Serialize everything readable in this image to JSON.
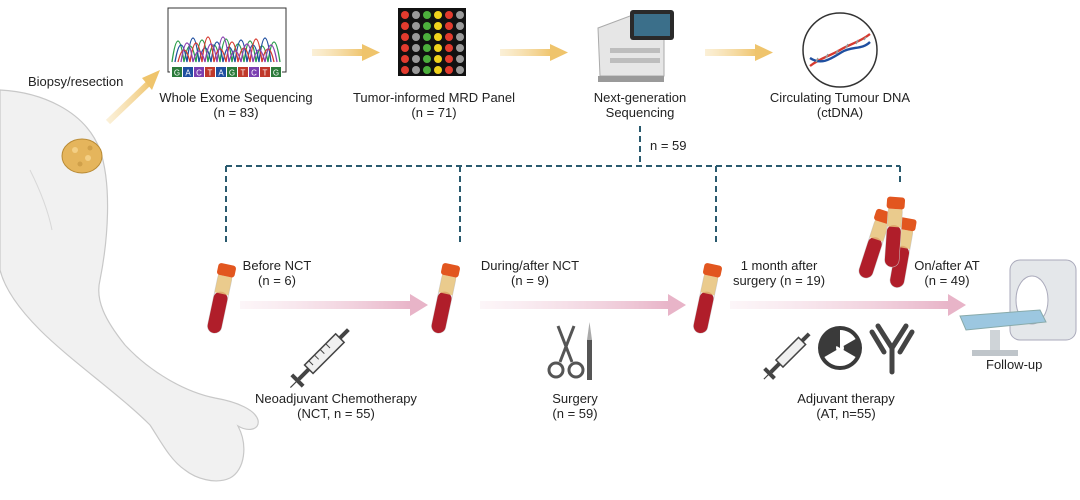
{
  "pipeline": {
    "biopsy_label": "Biopsy/resection",
    "steps": [
      {
        "title": "Whole Exome Sequencing",
        "detail": "(n = 83)"
      },
      {
        "title": "Tumor-informed MRD Panel",
        "detail": "(n = 71)"
      },
      {
        "title": "Next-generation",
        "detail": "Sequencing"
      },
      {
        "title": "Circulating Tumour DNA",
        "detail": "(ctDNA)"
      }
    ],
    "sequenced_n": "n = 59"
  },
  "timepoints": [
    {
      "title": "Before NCT",
      "detail": "(n = 6)"
    },
    {
      "title": "During/after NCT",
      "detail": "(n = 9)"
    },
    {
      "title": "1 month after",
      "detail": "surgery (n = 19)"
    },
    {
      "title": "On/after AT",
      "detail": "(n = 49)"
    }
  ],
  "treatments": [
    {
      "title": "Neoadjuvant Chemotherapy",
      "detail": "(NCT, n = 55)"
    },
    {
      "title": "Surgery",
      "detail": "(n = 59)"
    },
    {
      "title": "Adjuvant therapy",
      "detail": "(AT, n=55)"
    }
  ],
  "followup_label": "Follow-up",
  "sequence_letters": "GACTAGTCTG",
  "colors": {
    "arrow_gold": "#f0c97a",
    "arrow_pink": "#ecc0d0",
    "dashed_line": "#2a5a6e",
    "blood": "#b01e2a",
    "cap": "#e2561f",
    "skin": "#f2f2f2",
    "tumor": "#e8b860"
  }
}
